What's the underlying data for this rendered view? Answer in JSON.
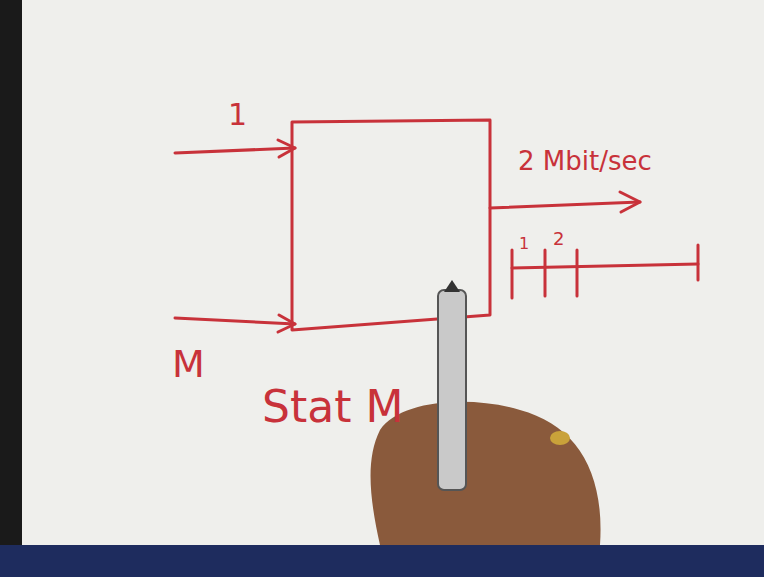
{
  "diagram": {
    "labels": [
      "1",
      "M",
      "2 Mbit/sec",
      "1",
      "2",
      "Stat M"
    ]
  }
}
